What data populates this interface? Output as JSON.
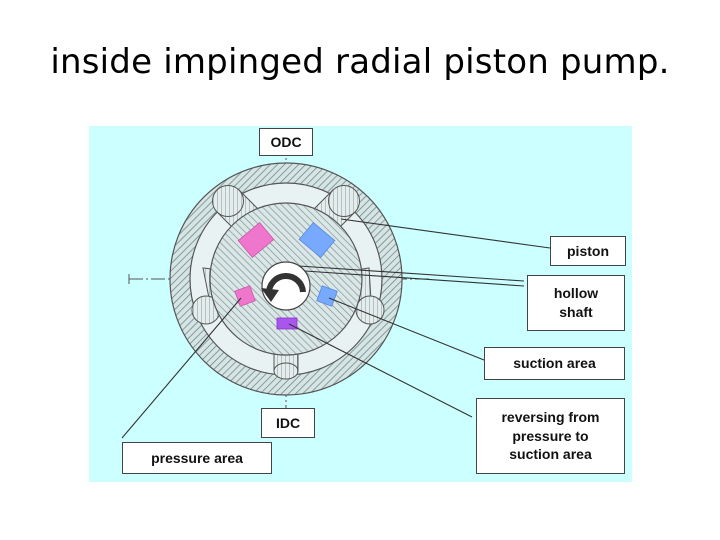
{
  "title": "inside impinged radial piston pump.",
  "labels": {
    "odc": "ODC",
    "idc": "IDC",
    "piston": "piston",
    "hollow_shaft": "hollow\nshaft",
    "suction_area": "suction area",
    "reversing": "reversing from\npressure to\nsuction area",
    "pressure_area": "pressure area"
  },
  "colors": {
    "background": "#ccffff",
    "pink": "#ee77cc",
    "blue": "#77aaff",
    "purple": "#aa55ee",
    "hatch": "#8fa8a8"
  }
}
